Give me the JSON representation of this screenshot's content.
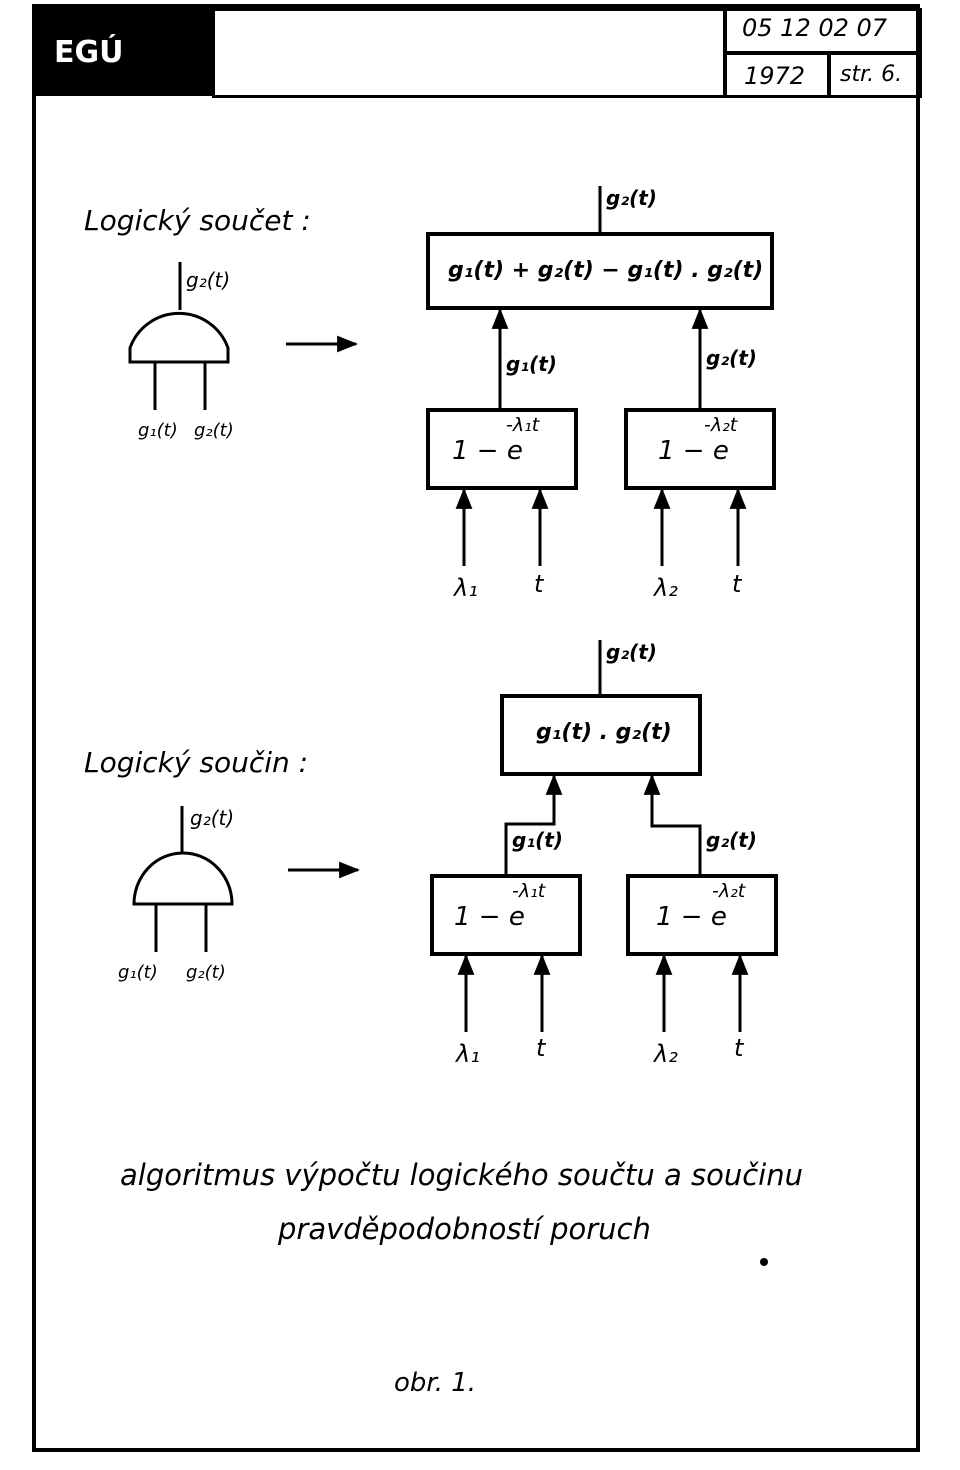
{
  "header": {
    "logo": "EGÚ",
    "code": "05 12 02 07",
    "year": "1972",
    "page": "str. 6."
  },
  "sum": {
    "label": "Logický součet :",
    "gate_out": "g₂(t)",
    "gate_in1": "g₁(t)",
    "gate_in2": "g₂(t)",
    "out": "g₂(t)",
    "formula": "g₁(t) + g₂(t) − g₁(t) . g₂(t)",
    "mid1": "g₁(t)",
    "mid2": "g₂(t)",
    "box1": "1 − e",
    "box1_exp": "-λ₁t",
    "box2": "1 − e",
    "box2_exp": "-λ₂t",
    "lambda1": "λ₁",
    "t1": "t",
    "lambda2": "λ₂",
    "t2": "t"
  },
  "product": {
    "label": "Logický součin :",
    "gate_out": "g₂(t)",
    "gate_in1": "g₁(t)",
    "gate_in2": "g₂(t)",
    "out": "g₂(t)",
    "formula": "g₁(t) . g₂(t)",
    "mid1": "g₁(t)",
    "mid2": "g₂(t)",
    "box1": "1 − e",
    "box1_exp": "-λ₁t",
    "box2": "1 − e",
    "box2_exp": "-λ₂t",
    "lambda1": "λ₁",
    "t1": "t",
    "lambda2": "λ₂",
    "t2": "t"
  },
  "caption": {
    "line1": "algoritmus výpočtu logického součtu a součinu",
    "line2": "pravděpodobností poruch",
    "figure": "obr. 1."
  }
}
